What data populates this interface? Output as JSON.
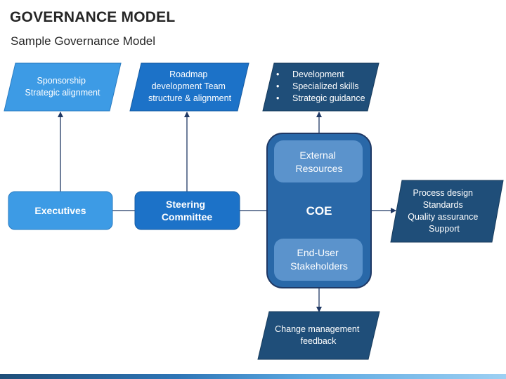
{
  "title": "GOVERNANCE MODEL",
  "subtitle": "Sample Governance Model",
  "colors": {
    "light_blue": "#3d9be5",
    "medium_blue": "#1c72c8",
    "dark_blue": "#1f4e79",
    "coe_body": "#2968a8",
    "coe_band": "#5b93cc",
    "connector": "#1f3864"
  },
  "nodes": {
    "sponsorship": {
      "lines": [
        "Sponsorship",
        "Strategic alignment"
      ]
    },
    "roadmap": {
      "lines": [
        "Roadmap",
        "development Team",
        "structure & alignment"
      ]
    },
    "development": {
      "lines": [
        "Development",
        "Specialized skills",
        "Strategic guidance"
      ],
      "bulleted": true
    },
    "executives": {
      "lines": [
        "Executives"
      ]
    },
    "steering": {
      "lines": [
        "Steering",
        "Committee"
      ]
    },
    "coe": {
      "label": "COE",
      "top_band": [
        "External",
        "Resources"
      ],
      "bottom_band": [
        "End-User",
        "Stakeholders"
      ]
    },
    "process": {
      "lines": [
        "Process design",
        "Standards",
        "Quality assurance",
        "Support"
      ]
    },
    "change": {
      "lines": [
        "Change management",
        "feedback"
      ]
    }
  }
}
